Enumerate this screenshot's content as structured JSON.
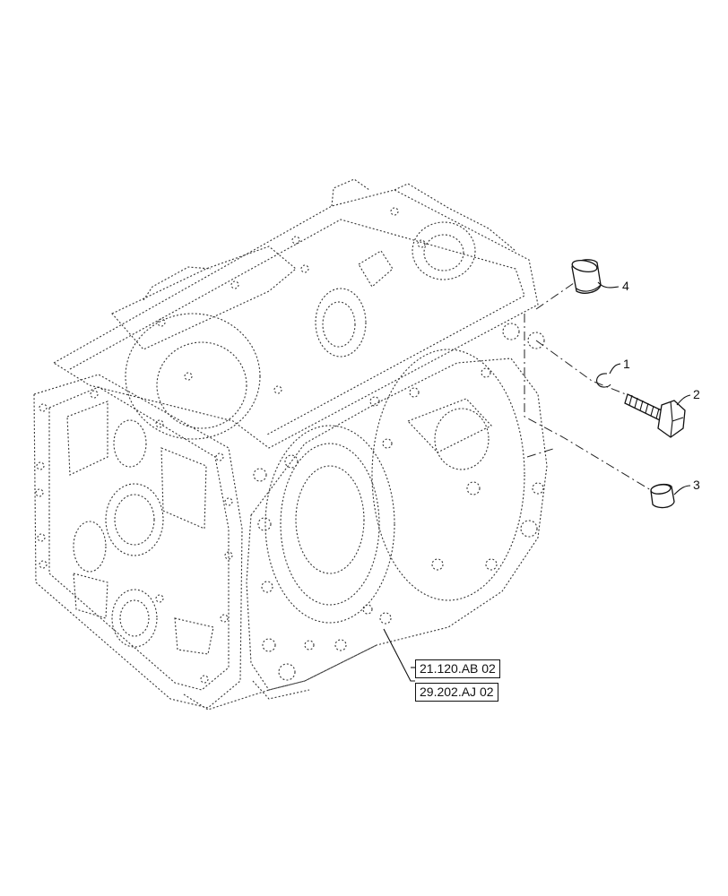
{
  "callouts": [
    {
      "id": "1",
      "part": "retaining-ring"
    },
    {
      "id": "2",
      "part": "bolt"
    },
    {
      "id": "3",
      "part": "plug"
    },
    {
      "id": "4",
      "part": "cap"
    }
  ],
  "references": [
    "21.120.AB 02",
    "29.202.AJ 02"
  ],
  "colors": {
    "line": "#111111",
    "background": "#ffffff"
  }
}
